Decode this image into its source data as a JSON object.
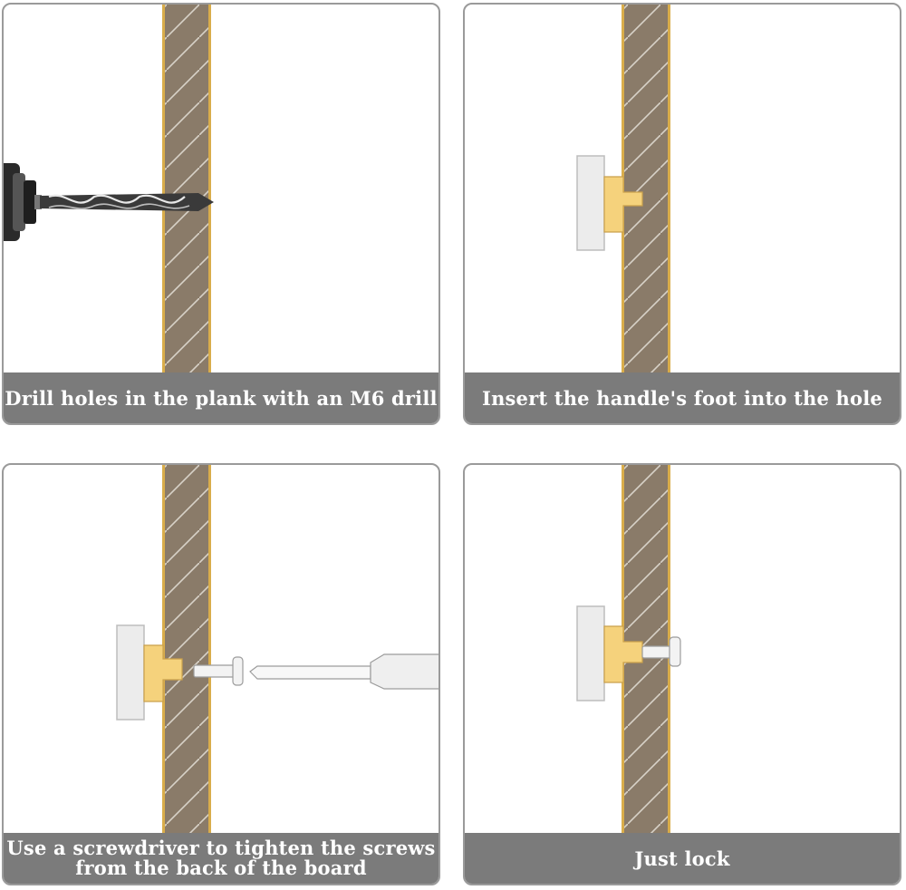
{
  "panels": [
    {
      "caption": "Drill holes in the plank with an M6 drill"
    },
    {
      "caption": "Insert the handle's foot into the hole"
    },
    {
      "caption_line1": "Use a screwdriver to tighten the screws",
      "caption_line2": "from the back of the board"
    },
    {
      "caption": "Just lock"
    }
  ],
  "colors": {
    "plank": "#8a7b69",
    "plank_edge": "#d9ad4b",
    "handle_base": "#ececec",
    "handle_foot": "#f5d27c",
    "caption_bg": "#7b7b7b"
  }
}
